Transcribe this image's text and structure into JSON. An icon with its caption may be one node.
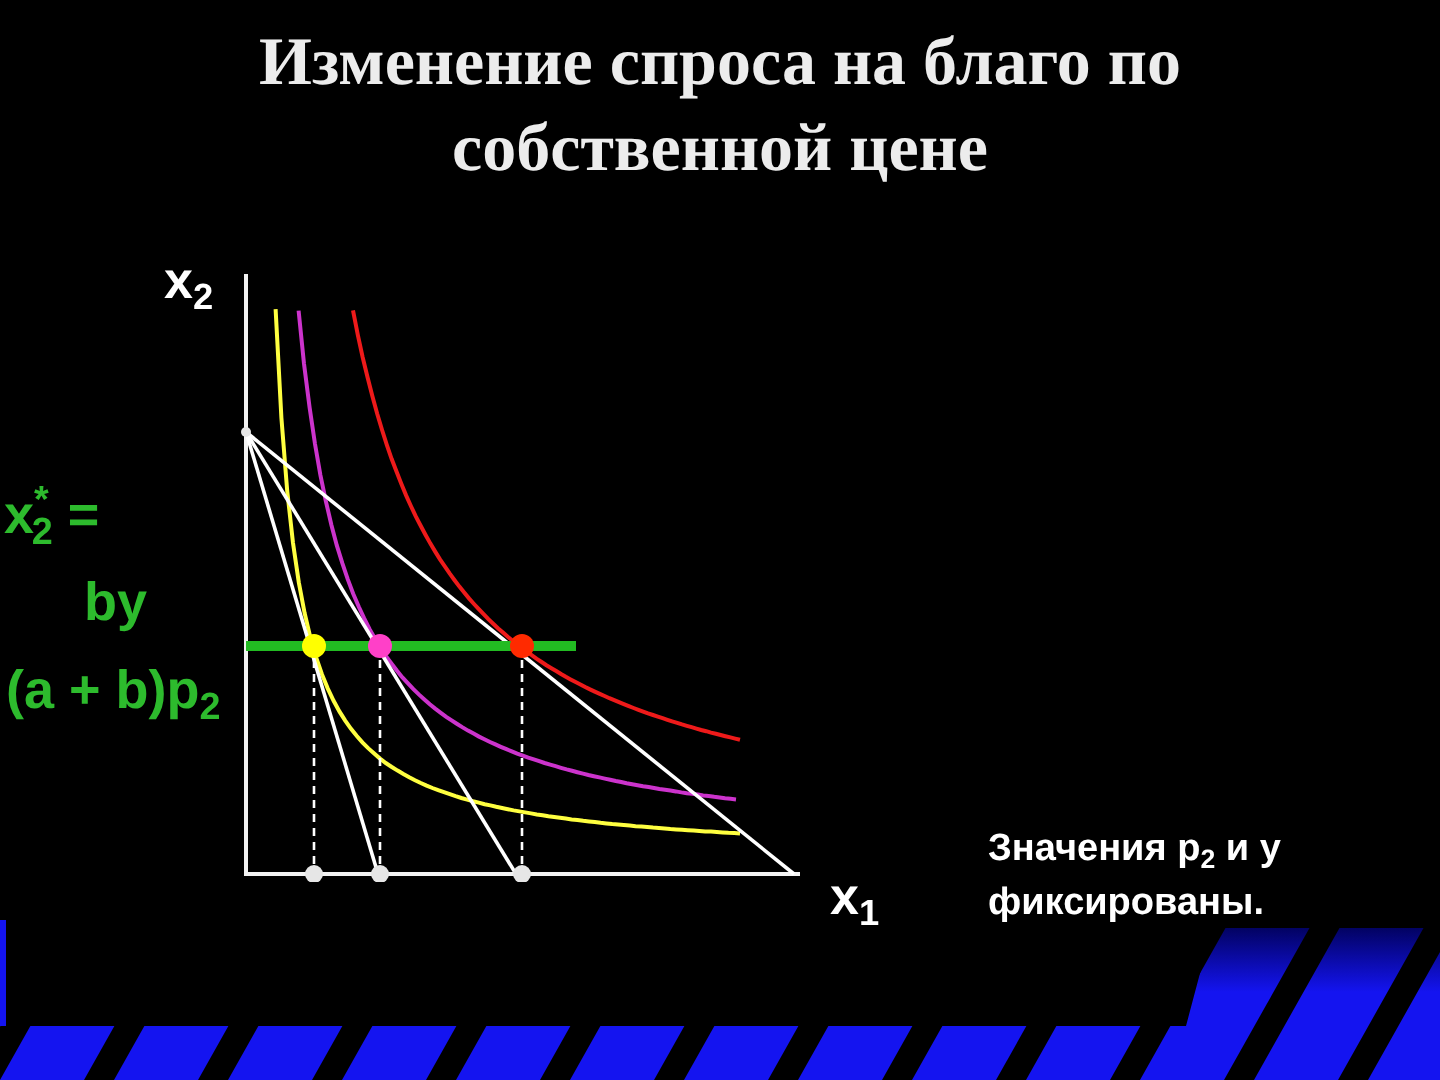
{
  "diagram": {
    "title": "Изменение спроса на благо по собственной цене",
    "labels": [
      "x$_{2}$",
      "x$^{*}$$_{2}$ =",
      "by",
      "(a + b)p$_{2}$",
      "x$_{1}$",
      "Значения p$_{2}$ и y фиксированы."
    ]
  }
}
